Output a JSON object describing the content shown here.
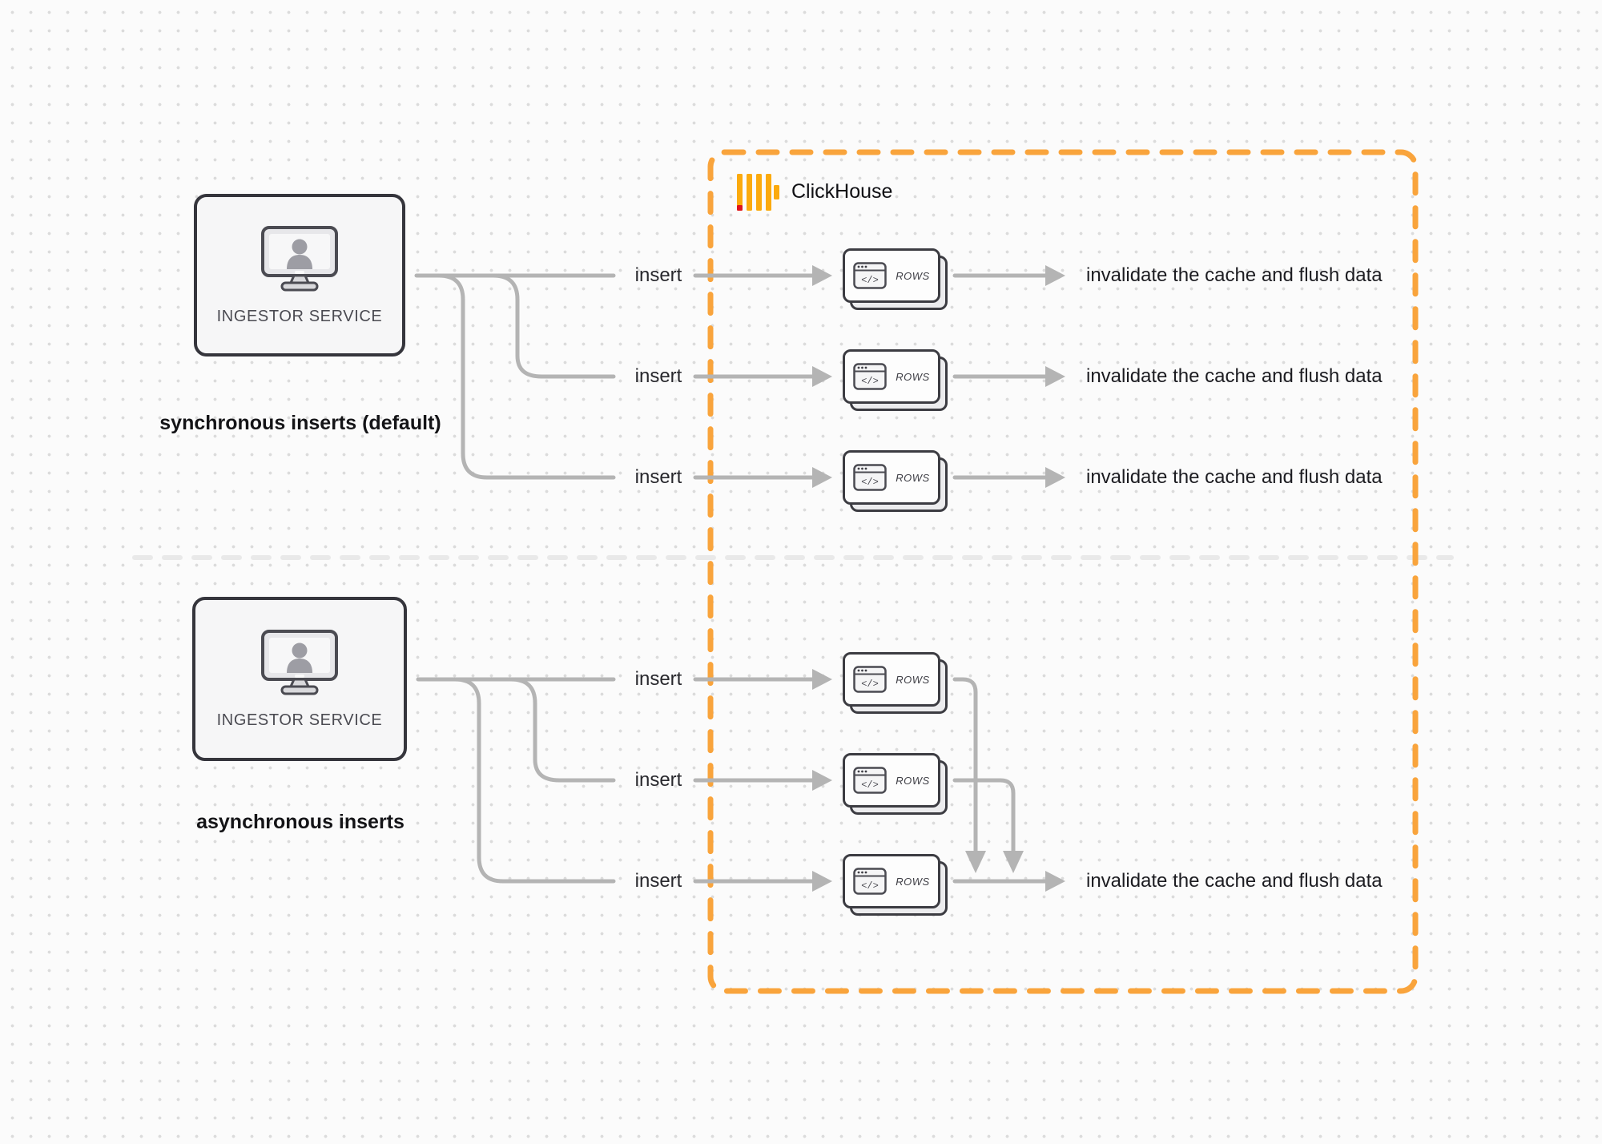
{
  "diagram": {
    "clickhouse_brand": "ClickHouse",
    "code_glyph": "</>"
  },
  "sync_section": {
    "caption": "synchronous inserts (default)",
    "ingestor_label": "INGESTOR SERVICE",
    "flows": [
      {
        "insert_label": "insert",
        "card_label": "ROWS",
        "result_label": "invalidate the cache and flush data"
      },
      {
        "insert_label": "insert",
        "card_label": "ROWS",
        "result_label": "invalidate the cache and flush data"
      },
      {
        "insert_label": "insert",
        "card_label": "ROWS",
        "result_label": "invalidate the cache and flush data"
      }
    ]
  },
  "async_section": {
    "caption": "asynchronous inserts",
    "ingestor_label": "INGESTOR SERVICE",
    "flows": [
      {
        "insert_label": "insert",
        "card_label": "ROWS"
      },
      {
        "insert_label": "insert",
        "card_label": "ROWS"
      },
      {
        "insert_label": "insert",
        "card_label": "ROWS"
      }
    ],
    "result_label": "invalidate the cache and flush data"
  },
  "colors": {
    "accent_orange": "#F9A43C",
    "logo_amber": "#FBAA0E",
    "logo_red": "#E0121C",
    "connector_gray": "#B4B4B4",
    "separator_gray": "#E9E9E9",
    "box_border": "#35353C"
  }
}
